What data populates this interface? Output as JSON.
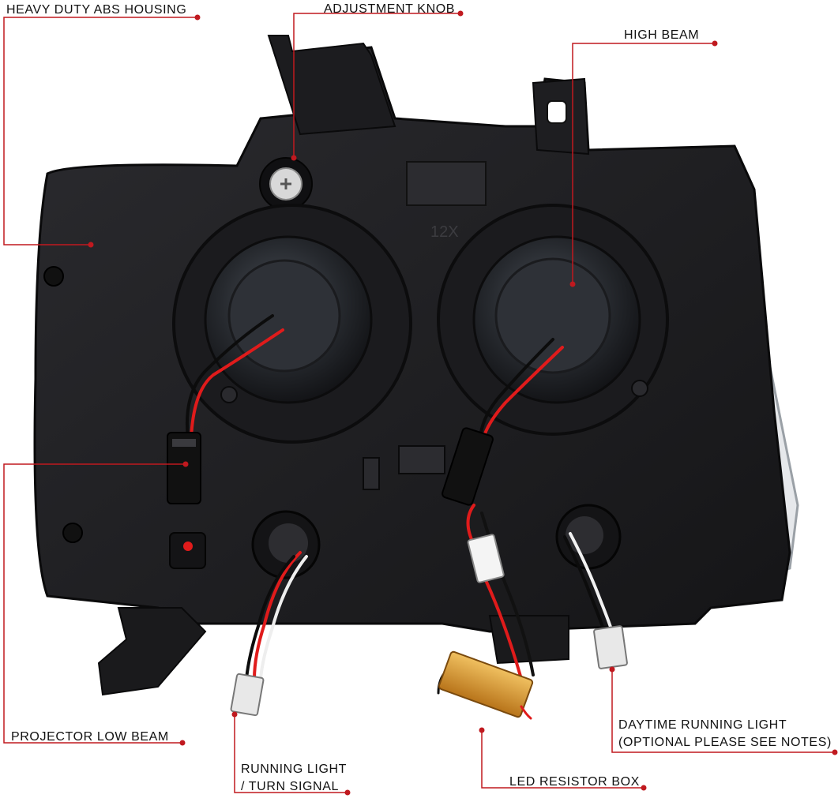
{
  "colors": {
    "leader": "#c0191f",
    "housing": "#1f1f22",
    "wire_red": "#e01b1b",
    "resistor": "#d99a2b"
  },
  "labels": {
    "heavy_duty_housing": "HEAVY DUTY ABS HOUSING",
    "adjustment_knob": "ADJUSTMENT KNOB",
    "high_beam": "HIGH  BEAM",
    "projector_low_beam": "PROJECTOR LOW BEAM",
    "running_light_line1": "RUNNING LIGHT",
    "running_light_line2": "/ TURN SIGNAL",
    "led_resistor_box": "LED RESISTOR BOX",
    "drl_line1": "DAYTIME RUNNING LIGHT",
    "drl_line2": "(OPTIONAL PLEASE SEE NOTES)"
  },
  "embossed_text": "12X"
}
